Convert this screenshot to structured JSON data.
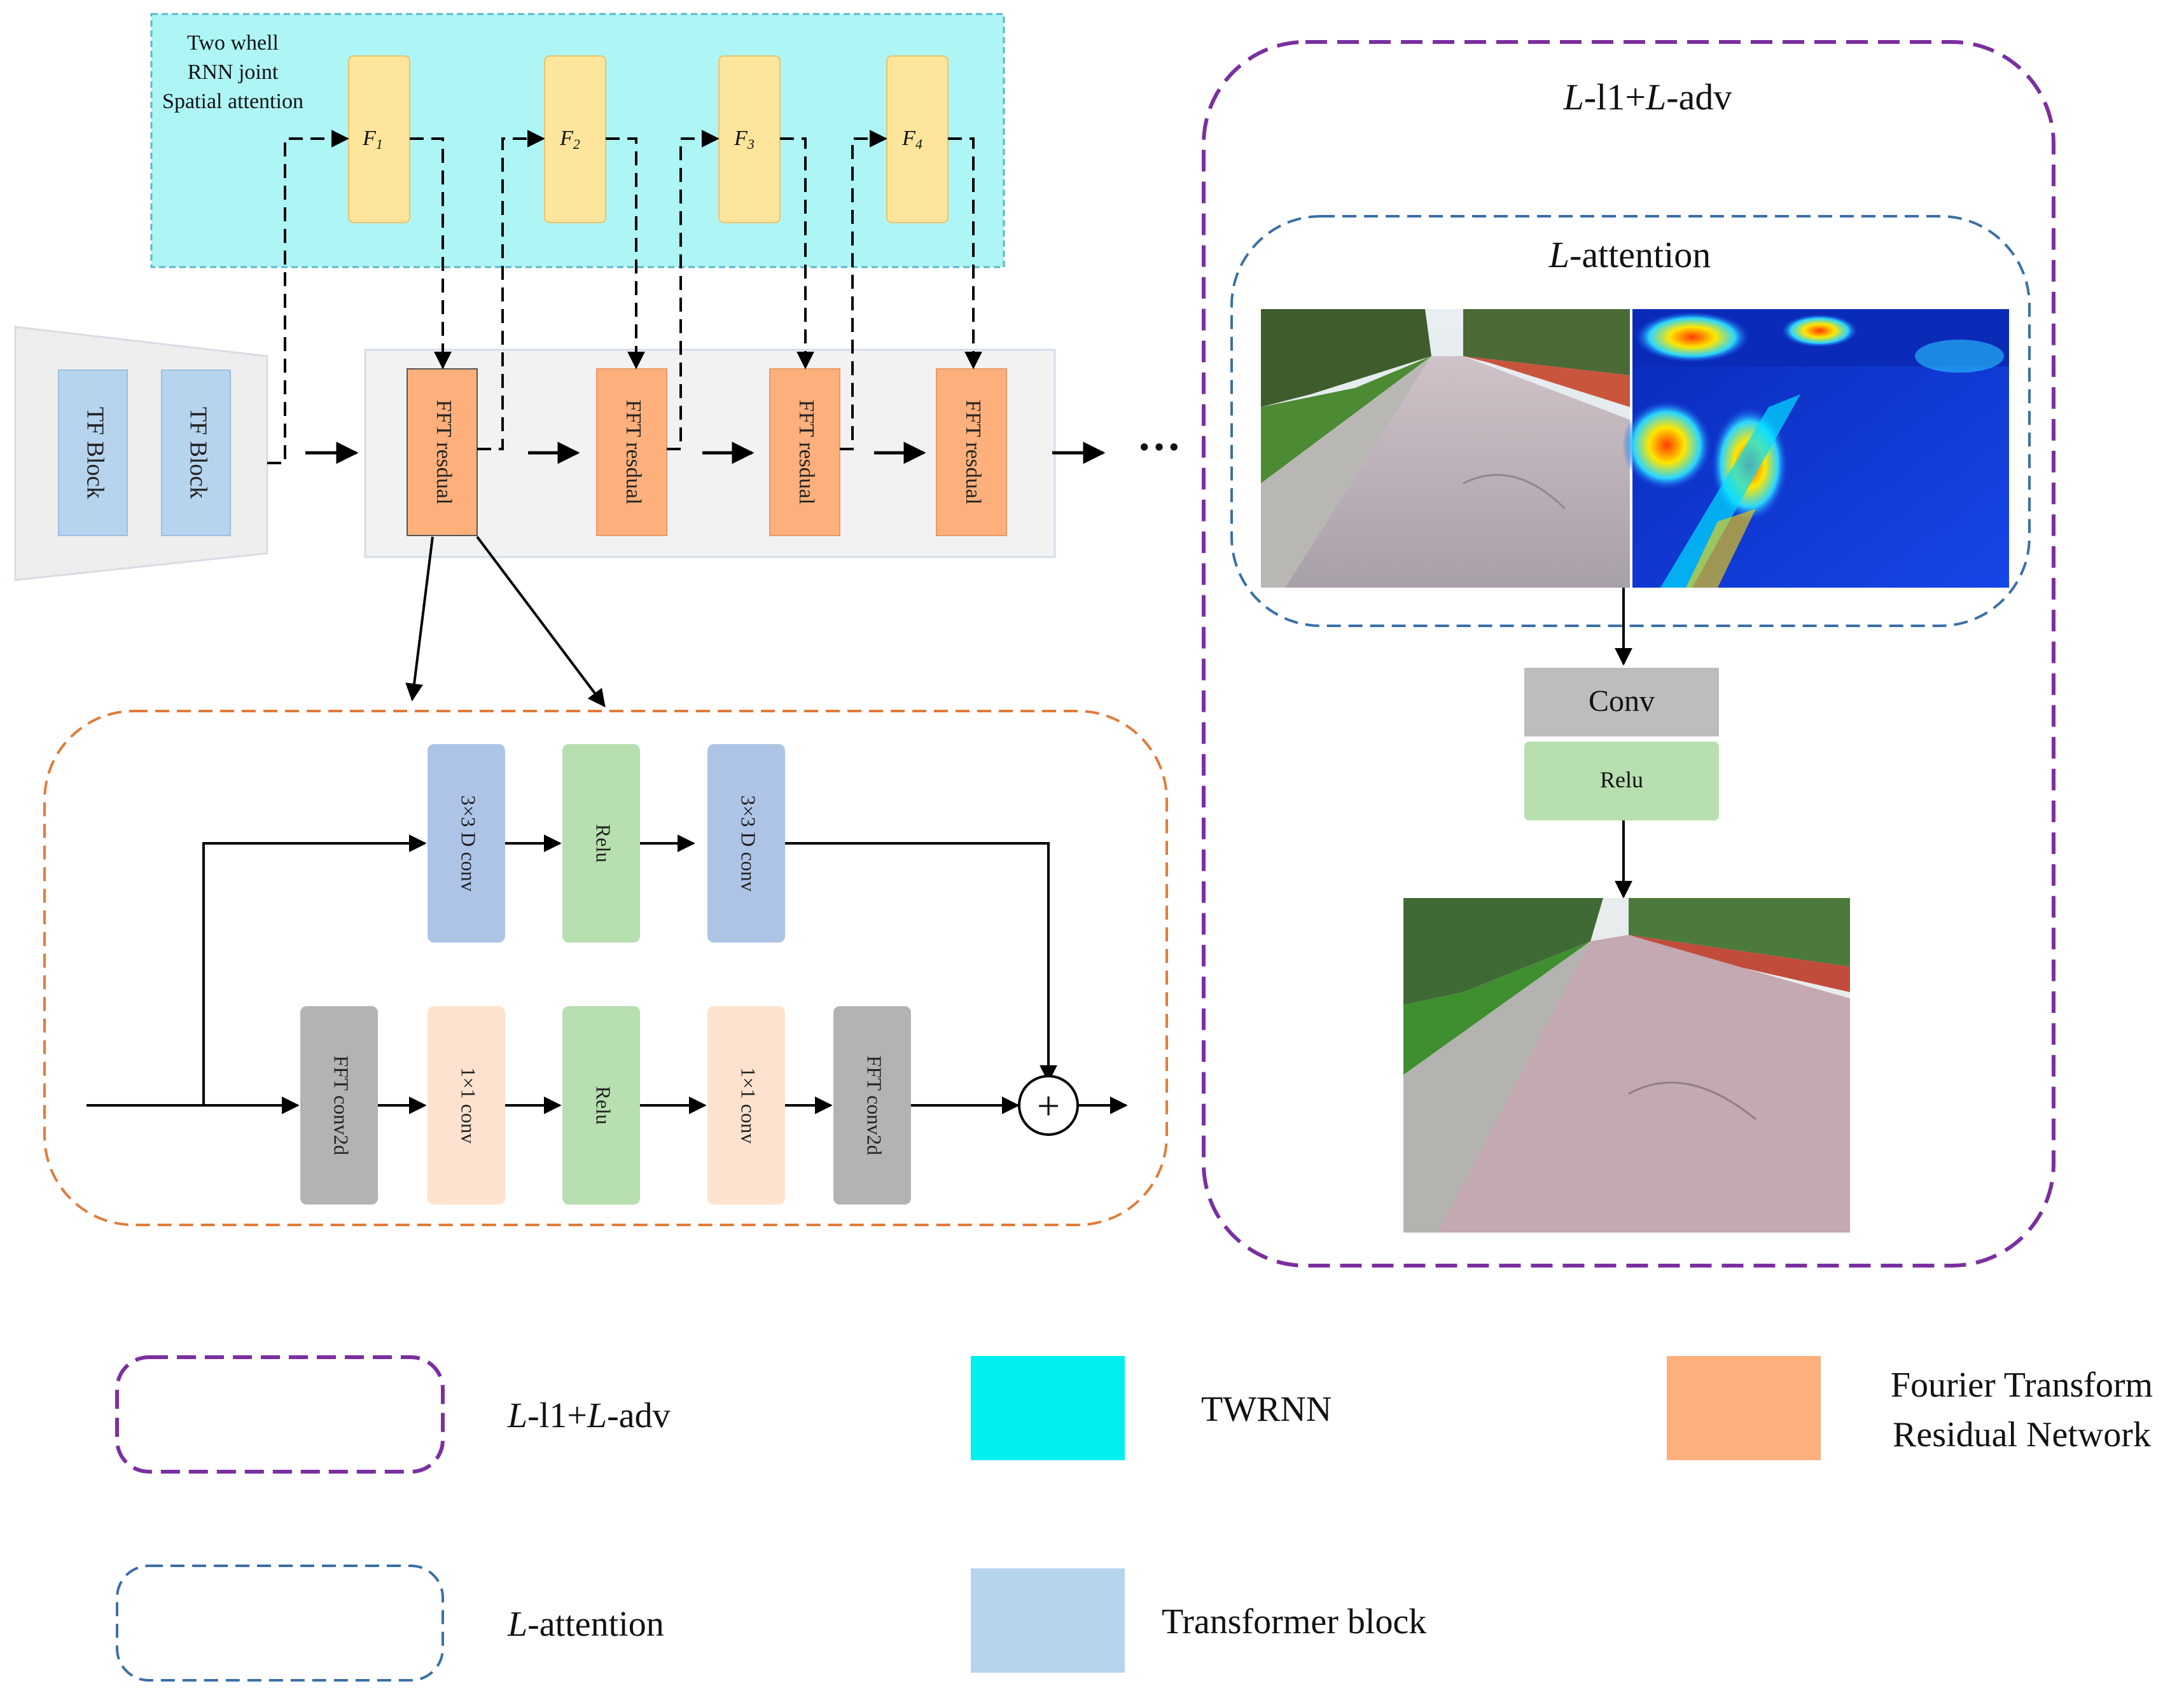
{
  "twrnn_box": {
    "title_line1": "Two whell",
    "title_line2": "RNN joint",
    "title_line3": "Spatial attention",
    "f_blocks": [
      {
        "letter": "F",
        "sub": "1"
      },
      {
        "letter": "F",
        "sub": "2"
      },
      {
        "letter": "F",
        "sub": "3"
      },
      {
        "letter": "F",
        "sub": "4"
      }
    ]
  },
  "tf_blocks": [
    "TF Block",
    "TF Block"
  ],
  "fft_residual_blocks": [
    "FFT resdual",
    "FFT resdual",
    "FFT resdual",
    "FFT resdual"
  ],
  "ellipsis": "···",
  "residual_detail": {
    "top_row": [
      "3×3 D conv",
      "Relu",
      "3×3 D conv"
    ],
    "bottom_row": [
      "FFT conv2d",
      "1×1 conv",
      "Relu",
      "1×1 conv",
      "FFT conv2d"
    ],
    "sum_symbol": "+"
  },
  "loss_panel": {
    "title_L1": "L",
    "title_mid": "-l1+",
    "title_L2": "L",
    "title_end": "-adv",
    "attention_L": "L",
    "attention_text": "-attention",
    "conv_label": "Conv",
    "relu_label": "Relu"
  },
  "legend": {
    "item1_L1": "L",
    "item1_mid": "-l1+",
    "item1_L2": "L",
    "item1_end": "-adv",
    "item2_L": "L",
    "item2_text": "-attention",
    "twrnn_label": "TWRNN",
    "transformer_label": "Transformer block",
    "fourier_line1": "Fourier Transform",
    "fourier_line2": "Residual Network"
  },
  "colors": {
    "twrnn_fill": "#aef6f6",
    "twrnn_border": "#5ab8c8",
    "f_block": "#fde59b",
    "fft_block": "#fdb07c",
    "tf_block": "#b7d4ee",
    "conv3_block": "#aec4e7",
    "relu_block": "#b7dfb0",
    "conv1_block": "#fde3cf",
    "fftconv_block": "#b3b3b3",
    "conv_gray": "#bdbdbd",
    "purple_dash": "#7b2fa0",
    "blue_dash": "#3a6fa6",
    "orange_dash": "#e07b39",
    "cyan_legend": "#00f0f0",
    "lightblue_legend": "#b7d4ee",
    "orange_legend": "#fdb07c"
  }
}
